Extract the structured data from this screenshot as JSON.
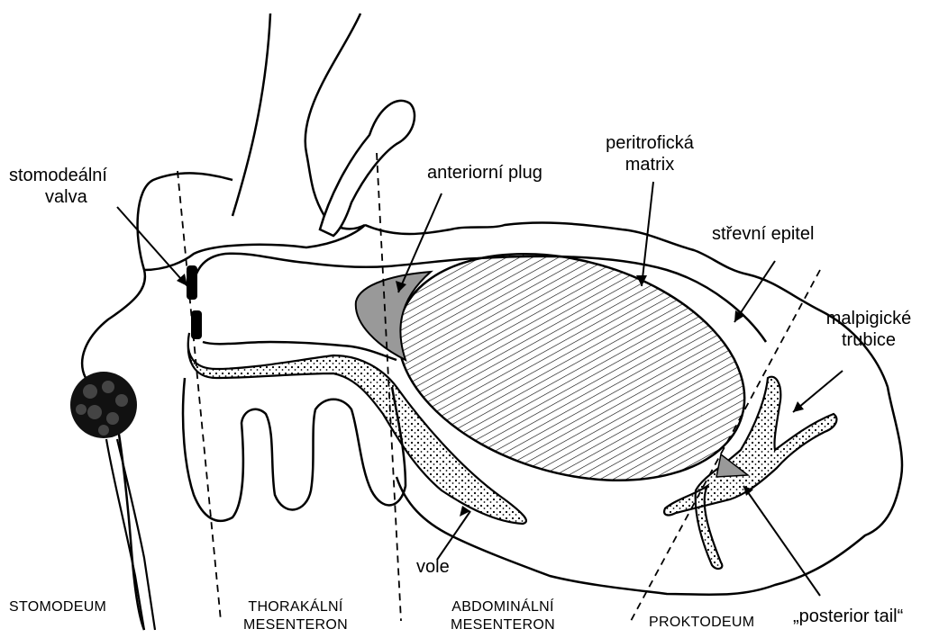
{
  "labels": {
    "stomodealni_valva_1": "stomodeální",
    "stomodealni_valva_2": "valva",
    "anteriorni_plug": "anteriorní plug",
    "peritroficka_1": "peritrofická",
    "peritroficka_2": "matrix",
    "strevni_epitel": "střevní epitel",
    "malpigicke_1": "malpigické",
    "malpigicke_2": "trubice",
    "vole": "vole",
    "posterior_tail": "„posterior tail“"
  },
  "regions": {
    "stomodeum": "STOMODEUM",
    "thorakalni_1": "THORAKÁLNÍ",
    "thorakalni_2": "MESENTERON",
    "abdominalni_1": "ABDOMINÁLNÍ",
    "abdominalni_2": "MESENTERON",
    "proktodeum": "PROKTODEUM"
  },
  "colors": {
    "line": "#000000",
    "plug_fill": "#999999",
    "tail_fill": "#999999",
    "background": "#ffffff"
  }
}
